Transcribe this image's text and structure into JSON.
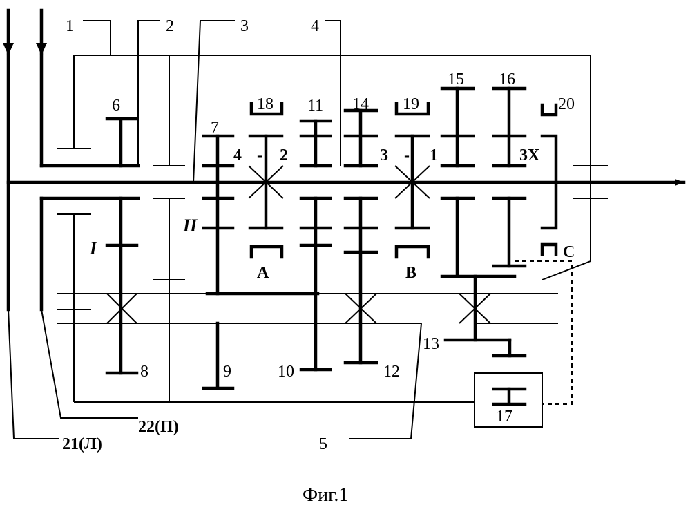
{
  "figure": {
    "caption": "Фиг.1",
    "labels": {
      "l1": "1",
      "l2": "2",
      "l3": "3",
      "l4": "4",
      "l5": "5",
      "l6": "6",
      "l7": "7",
      "l8": "8",
      "l9": "9",
      "l10": "10",
      "l11": "11",
      "l12": "12",
      "l13": "13",
      "l14": "14",
      "l15": "15",
      "l16": "16",
      "l17": "17",
      "l18": "18",
      "l19": "19",
      "l20": "20",
      "l21": "21(Л)",
      "l22": "22(П)",
      "shaft_I": "I",
      "shaft_II": "II",
      "clutch_A": "A",
      "clutch_B": "B",
      "clutch_C": "C",
      "gear_4": "4",
      "gear_2": "2",
      "gear_3": "3",
      "gear_1": "1",
      "gear_reverse": "3X",
      "dash1": "-",
      "dash2": "-"
    }
  }
}
